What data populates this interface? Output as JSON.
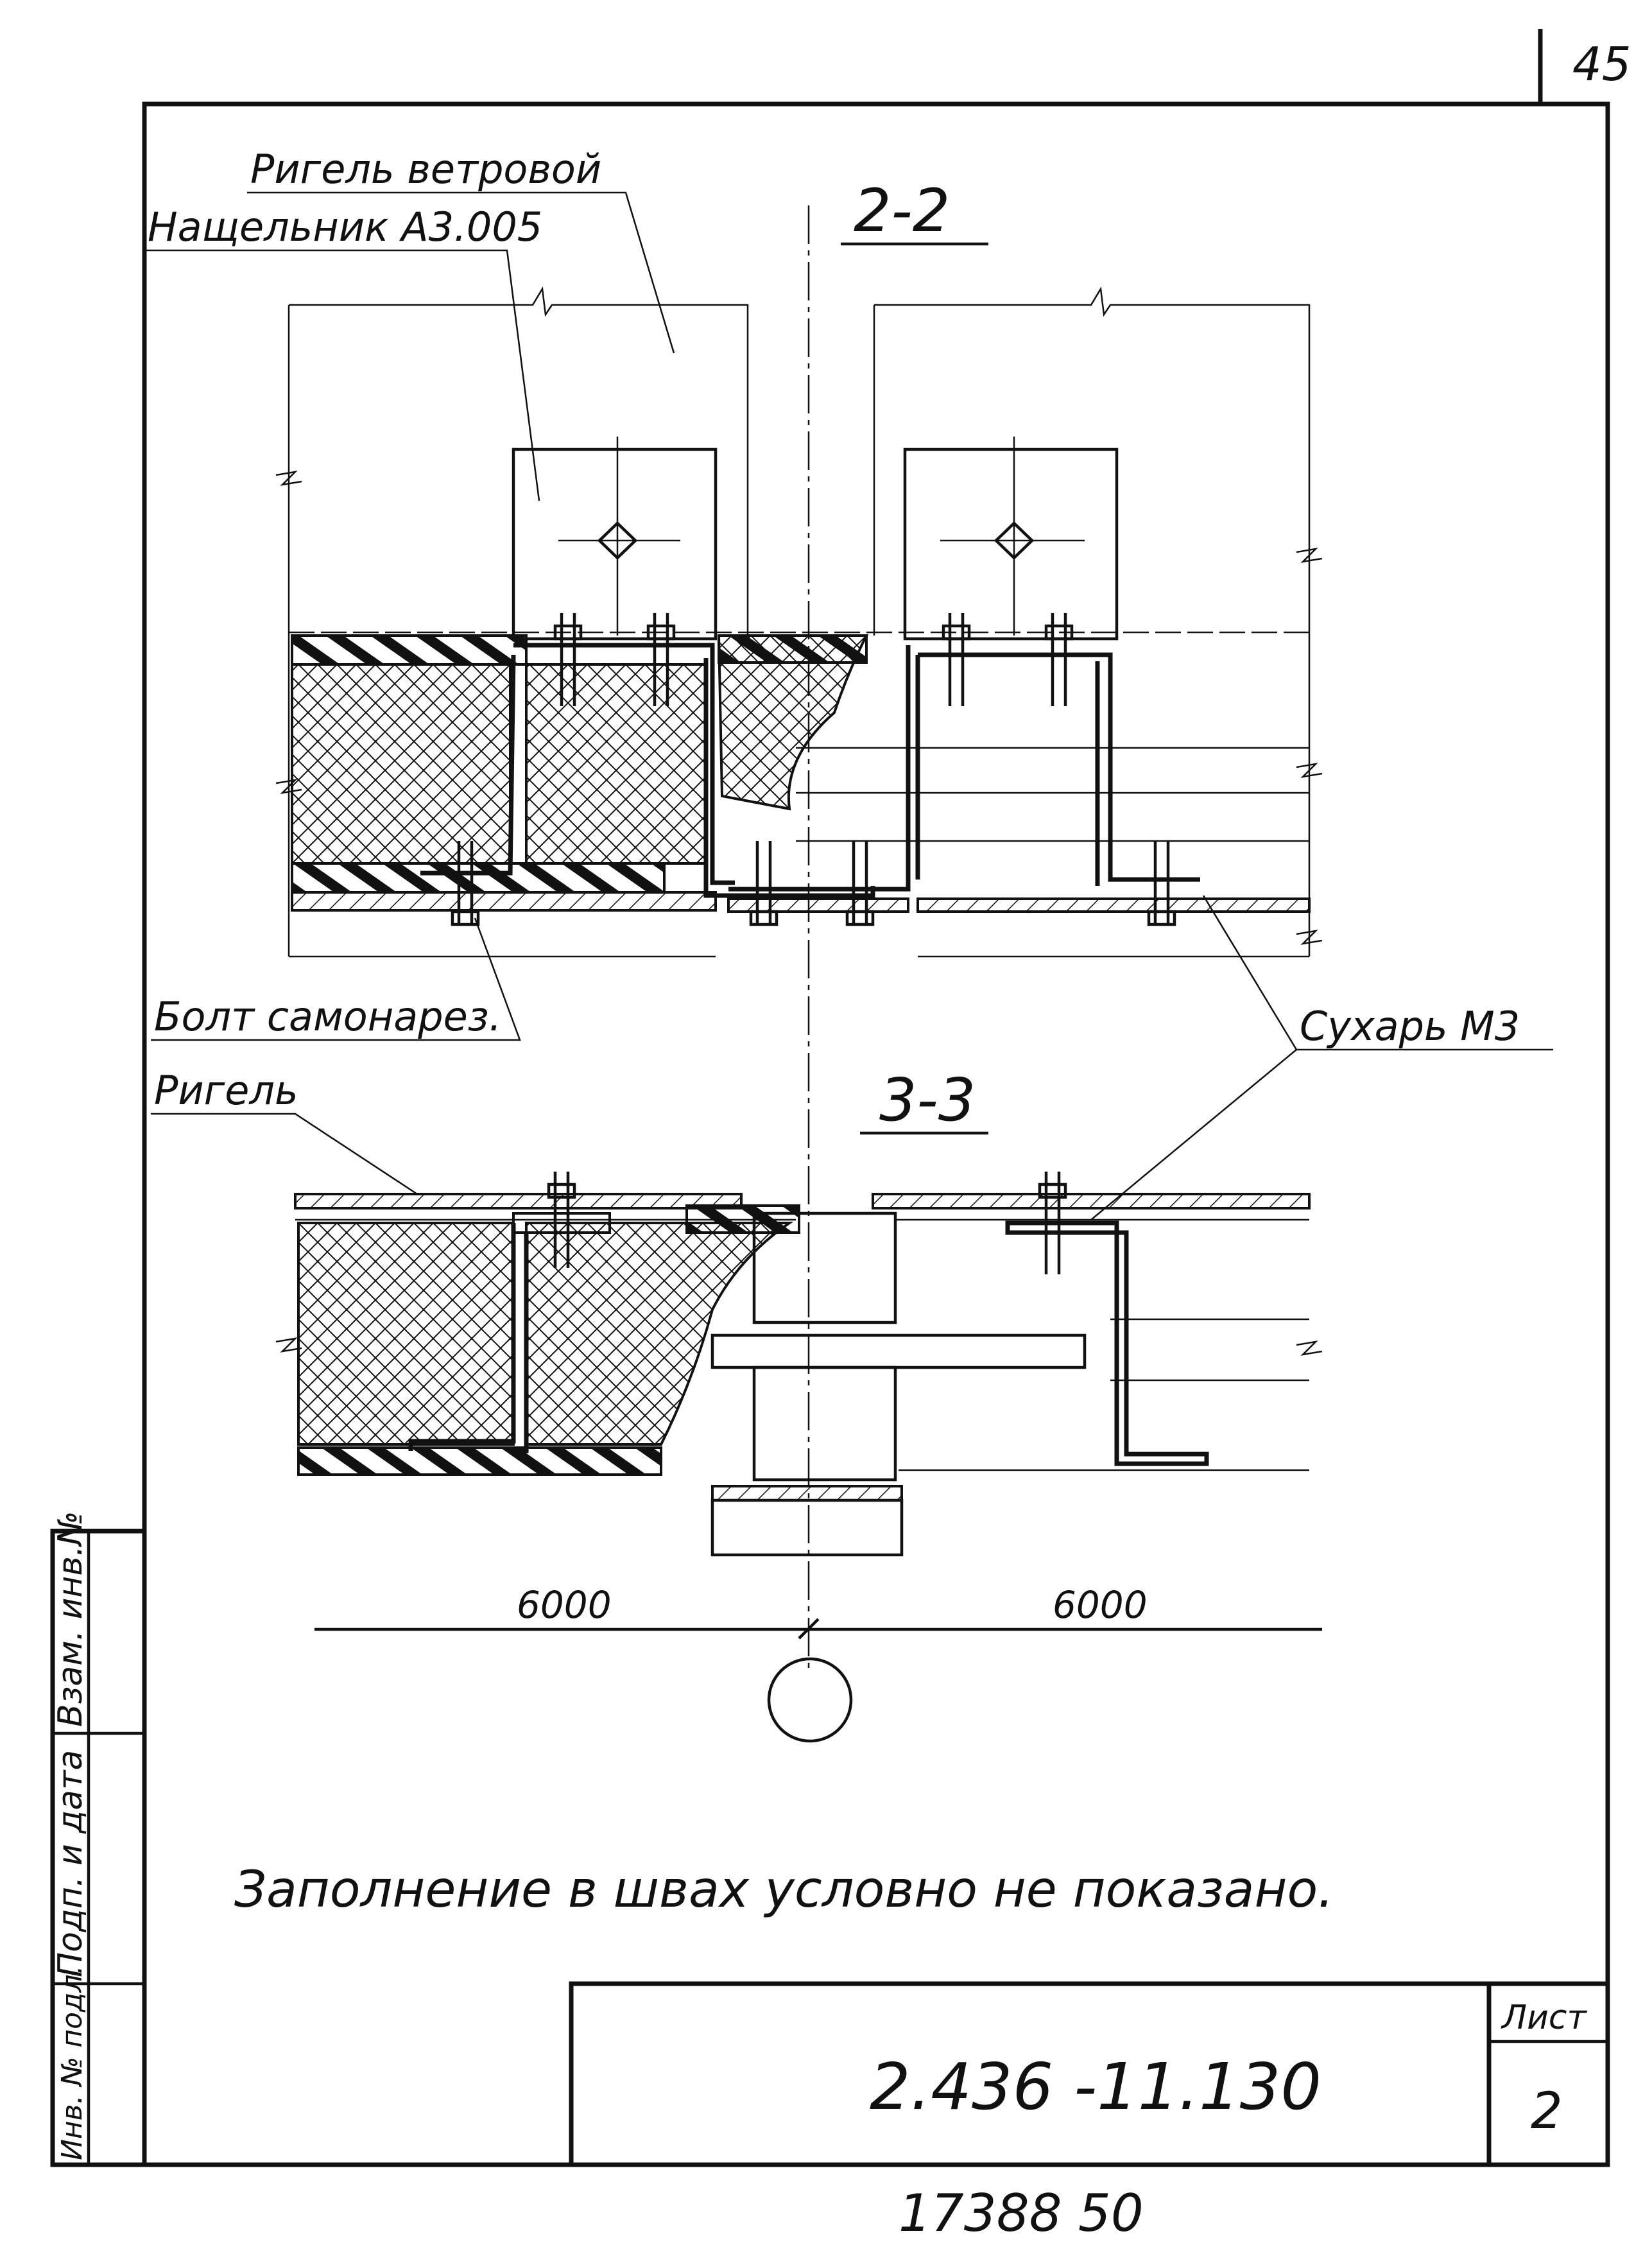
{
  "page_number": "45",
  "labels": {
    "rigel_vetrovoy": "Ригель ветровой",
    "nashchelnik": "Нащельник А3.005",
    "bolt": "Болт самонарез.",
    "rigel": "Ригель",
    "sukhar": "Сухарь М3"
  },
  "sections": {
    "s22": "2-2",
    "s33": "3-3"
  },
  "dimensions": {
    "left": "6000",
    "right": "6000"
  },
  "note": "Заполнение в швах условно не показано.",
  "side_stamp": {
    "vzam_inv": "Взам. инв.№",
    "podp_data": "Подп. и дата",
    "inv_podl": "Инв. № подл."
  },
  "title_block": {
    "code": "2.436 -11.130",
    "sheet_label": "Лист",
    "sheet_number": "2"
  },
  "bottom_number": "17388 50",
  "colors": {
    "ink": "#111111",
    "paper": "#ffffff"
  }
}
